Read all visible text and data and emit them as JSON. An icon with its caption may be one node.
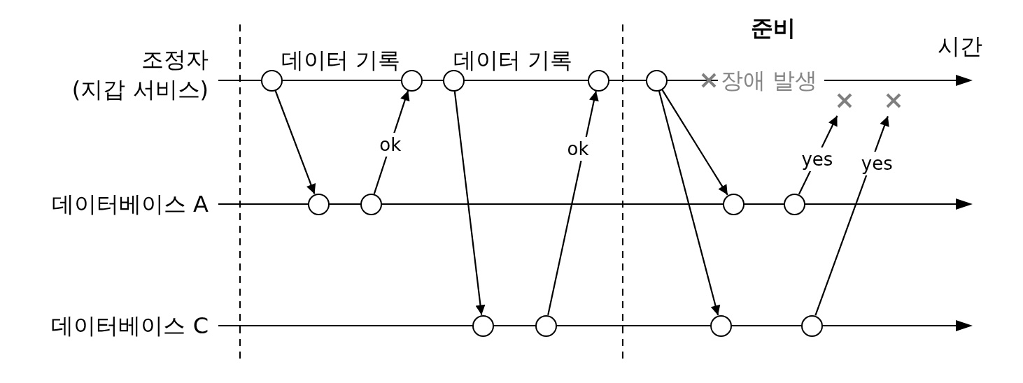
{
  "diagram": {
    "nodes": [
      {
        "text": [],
        "shape": "circle"
      },
      {
        "text": [],
        "shape": "circle"
      },
      {
        "text": [],
        "shape": "circle"
      },
      {
        "text": [],
        "shape": "circle"
      },
      {
        "text": [],
        "shape": "circle"
      },
      {
        "text": [],
        "shape": "cross",
        "beside": [
          "장애 발생"
        ]
      },
      {
        "text": [],
        "shape": "cross"
      },
      {
        "text": [],
        "shape": "cross"
      },
      {
        "text": [],
        "shape": "circle"
      },
      {
        "text": [],
        "shape": "circle"
      },
      {
        "text": [],
        "shape": "circle"
      },
      {
        "text": [],
        "shape": "circle"
      },
      {
        "text": [],
        "shape": "circle"
      },
      {
        "text": [],
        "shape": "circle"
      },
      {
        "text": [],
        "shape": "circle"
      },
      {
        "text": [],
        "shape": "circle"
      }
    ],
    "edges": [
      {
        "from": 0,
        "to": 8,
        "arrow": "to"
      },
      {
        "from": 9,
        "to": 1,
        "arrow": "to",
        "label": "ok"
      },
      {
        "from": 2,
        "to": 12,
        "arrow": "to"
      },
      {
        "from": 13,
        "to": 3,
        "arrow": "to",
        "label": "ok"
      },
      {
        "from": 4,
        "to": 10,
        "arrow": "to"
      },
      {
        "from": 4,
        "to": 14,
        "arrow": "to"
      },
      {
        "from": 11,
        "to": 6,
        "arrow": "to",
        "label": "yes"
      },
      {
        "from": 15,
        "to": 7,
        "arrow": "to",
        "label": "yes"
      }
    ],
    "labels": [
      "준비",
      "조정자 (지갑 서비스)",
      "데이터 기록",
      "데이터 기록",
      "시간",
      "데이터베이스 A",
      "데이터베이스 C"
    ]
  }
}
